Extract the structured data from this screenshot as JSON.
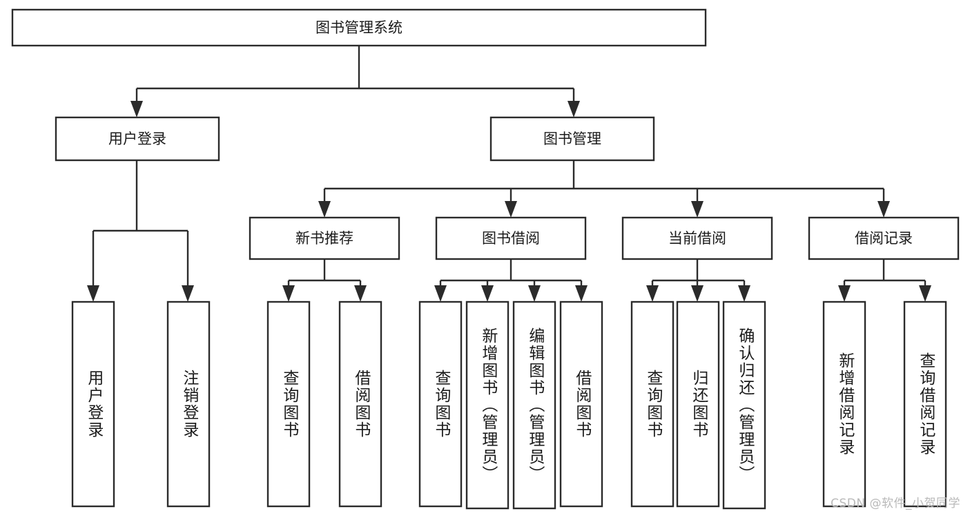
{
  "diagram": {
    "title": "图书管理系统",
    "type": "tree",
    "watermark": "CSDN @软件_小贺同学",
    "colors": {
      "box_stroke": "#2b2b2b",
      "box_fill": "#ffffff",
      "text": "#1b1b1b",
      "background": "#ffffff",
      "watermark": "#b9b9b9"
    },
    "levels": {
      "root": {
        "label": "图书管理系统"
      },
      "level2": [
        {
          "label": "用户登录"
        },
        {
          "label": "图书管理"
        }
      ],
      "level3": [
        {
          "label": "新书推荐"
        },
        {
          "label": "图书借阅"
        },
        {
          "label": "当前借阅"
        },
        {
          "label": "借阅记录"
        }
      ],
      "leaves": [
        {
          "label": "用户登录",
          "parent": "用户登录"
        },
        {
          "label": "注销登录",
          "parent": "用户登录"
        },
        {
          "label": "查询图书",
          "parent": "新书推荐"
        },
        {
          "label": "借阅图书",
          "parent": "新书推荐"
        },
        {
          "label": "查询图书",
          "parent": "图书借阅"
        },
        {
          "label": "新增图书（管理员）",
          "parent": "图书借阅"
        },
        {
          "label": "编辑图书（管理员）",
          "parent": "图书借阅"
        },
        {
          "label": "借阅图书",
          "parent": "图书借阅"
        },
        {
          "label": "查询图书",
          "parent": "当前借阅"
        },
        {
          "label": "归还图书",
          "parent": "当前借阅"
        },
        {
          "label": "确认归还（管理员）",
          "parent": "当前借阅"
        },
        {
          "label": "新增借阅记录",
          "parent": "借阅记录"
        },
        {
          "label": "查询借阅记录",
          "parent": "借阅记录"
        }
      ]
    }
  }
}
